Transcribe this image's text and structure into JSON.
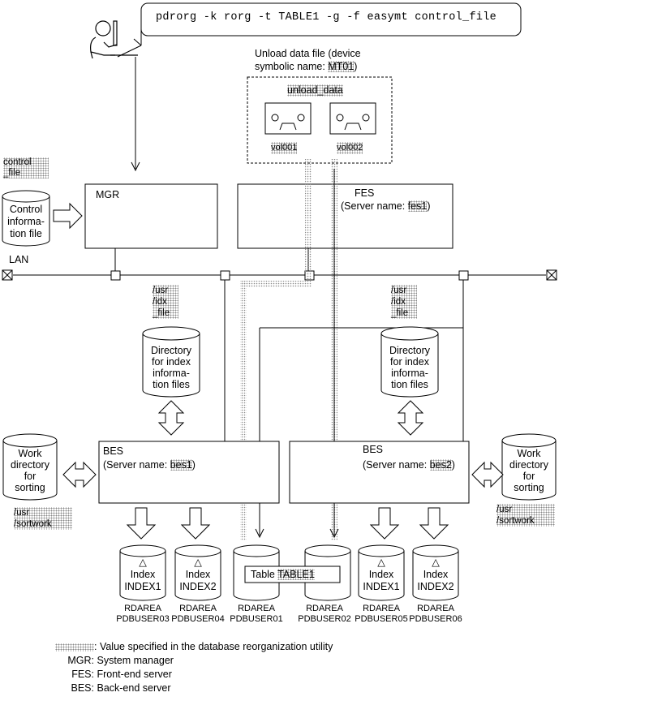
{
  "command": "pdrorg -k rorg -t TABLE1 -g -f easymt control_file",
  "unload": {
    "caption_line1": "Unload data file (device",
    "caption_line2": "symbolic name: ",
    "device_name": "MT01",
    "file_label": "unload_data",
    "volumes": [
      "vol001",
      "vol002"
    ]
  },
  "control_file": {
    "label_line1": "control",
    "label_line2": "_file",
    "name_lines": [
      "Control",
      "informa-",
      "tion file"
    ]
  },
  "servers": {
    "mgr": "MGR",
    "fes_name": "FES",
    "fes_server_prefix": "(Server name: ",
    "fes_server": "fes1",
    "fes_server_suffix": ")",
    "bes1_name": "BES",
    "bes1_server_prefix": "(Server name: ",
    "bes1_server": "bes1",
    "bes1_server_suffix": ")",
    "bes2_name": "BES",
    "bes2_server_prefix": "(Server name: ",
    "bes2_server": "bes2",
    "bes2_server_suffix": ")"
  },
  "lan_label": "LAN",
  "index_dir": {
    "path_lines": [
      "/usr",
      "/idx",
      "_file"
    ],
    "name_lines": [
      "Directory",
      "for index",
      "informa-",
      "tion files"
    ]
  },
  "work_dir": {
    "name_lines": [
      "Work",
      "directory",
      "for",
      "sorting"
    ],
    "path_lines": [
      "/usr",
      "/sortwork"
    ]
  },
  "rdareas": [
    {
      "kind": "index",
      "glyph": "△",
      "label": "Index",
      "name": "INDEX1",
      "rdarea": "RDAREA",
      "area": "PDBUSER03"
    },
    {
      "kind": "index",
      "glyph": "△",
      "label": "Index",
      "name": "INDEX2",
      "rdarea": "RDAREA",
      "area": "PDBUSER04"
    },
    {
      "kind": "table",
      "rdarea": "RDAREA",
      "area": "PDBUSER01"
    },
    {
      "kind": "table",
      "rdarea": "RDAREA",
      "area": "PDBUSER02"
    },
    {
      "kind": "index",
      "glyph": "△",
      "label": "Index",
      "name": "INDEX1",
      "rdarea": "RDAREA",
      "area": "PDBUSER05"
    },
    {
      "kind": "index",
      "glyph": "△",
      "label": "Index",
      "name": "INDEX2",
      "rdarea": "RDAREA",
      "area": "PDBUSER06"
    }
  ],
  "table_label": {
    "prefix": "Table ",
    "name": "TABLE1"
  },
  "legend": {
    "spec_text": ": Value specified in the database reorganization utility",
    "rows": [
      {
        "abbr": "MGR:",
        "desc": "System manager"
      },
      {
        "abbr": "FES:",
        "desc": "Front-end server"
      },
      {
        "abbr": "BES:",
        "desc": "Back-end server"
      }
    ]
  },
  "colors": {
    "line": "#000000",
    "dotted": "#8a8a8a",
    "background": "#ffffff"
  }
}
